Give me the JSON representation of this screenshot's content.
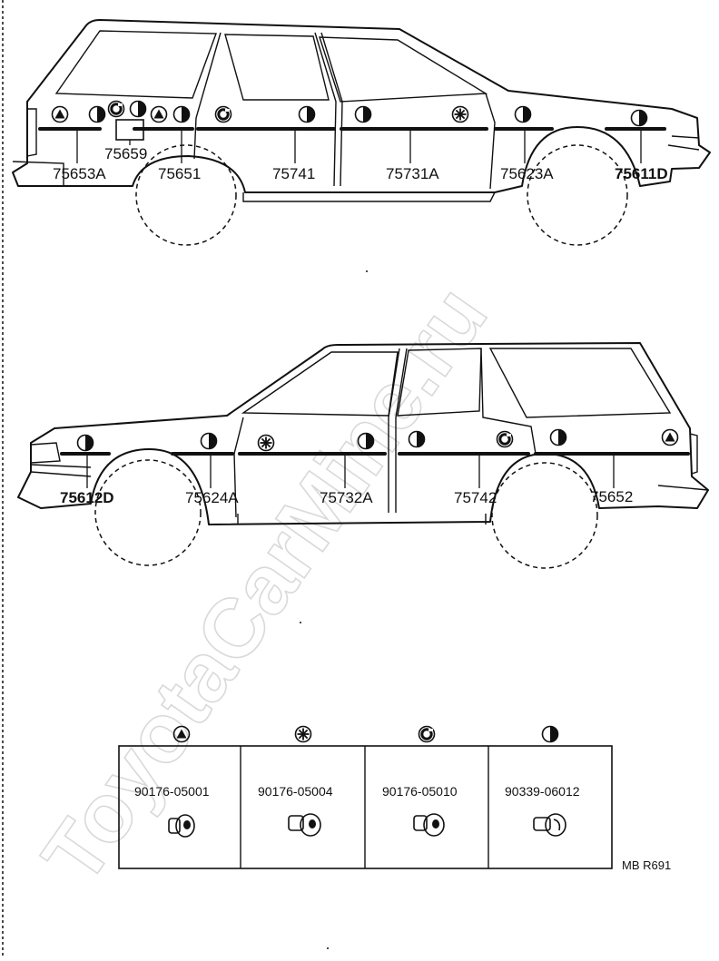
{
  "watermark": "ToyotaCarMine.ru",
  "diagram_code": "MB R691",
  "top_view": {
    "labels": {
      "p75653A": "75653A",
      "p75659": "75659",
      "p75651": "75651",
      "p75741": "75741",
      "p75731A": "75731A",
      "p75623A": "75623A",
      "p75611D": "75611D"
    }
  },
  "bottom_view": {
    "labels": {
      "p75612D": "75612D",
      "p75624A": "75624A",
      "p75732A": "75732A",
      "p75742": "75742",
      "p75652": "75652"
    }
  },
  "legend": {
    "items": [
      {
        "symbol": "triangle-clip-icon",
        "part_number": "90176-05001"
      },
      {
        "symbol": "asterisk-clip-icon",
        "part_number": "90176-05004"
      },
      {
        "symbol": "ring-clip-icon",
        "part_number": "90176-05010"
      },
      {
        "symbol": "half-circle-clip-icon",
        "part_number": "90339-06012"
      }
    ]
  }
}
